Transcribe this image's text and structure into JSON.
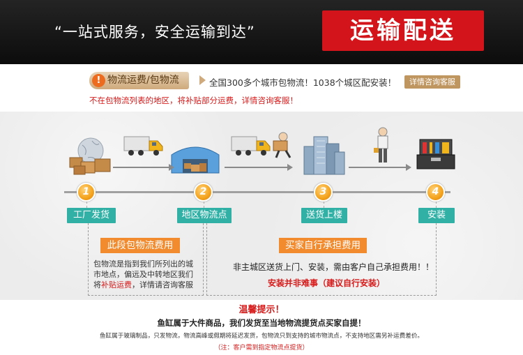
{
  "header": {
    "slogan": "“一站式服务，安全运输到达”",
    "badge": "运输配送"
  },
  "info": {
    "tag": "物流运费/包物流",
    "coverage": "全国300多个城市包物流！1038个城区配安装！",
    "consult_button": "详情咨询客服",
    "note": "不在包物流列表的地区，将补贴部分运费，详情咨询客服！"
  },
  "steps": [
    {
      "num": "1",
      "label": "工厂发货",
      "icon": "package-globe-icon"
    },
    {
      "num": "2",
      "label": "地区物流点",
      "icon": "warehouse-icon"
    },
    {
      "num": "3",
      "label": "送货上楼",
      "icon": "buildings-icon"
    },
    {
      "num": "4",
      "label": "安装",
      "icon": "toolbox-icon"
    }
  ],
  "section_left": {
    "title": "此段包物流费用",
    "text_a": "包物流是指到我们所列出的城市地点，偏远及中转地区我们将",
    "text_hl": "补贴运费",
    "text_b": "，详情请咨询客服"
  },
  "section_right": {
    "title": "买家自行承担费用",
    "text": "非主城区送货上门、安装，需由客户自己承担费用！！",
    "red": "安装并非难事（建议自行安装）"
  },
  "bottom": {
    "warning": "温馨提示！",
    "line1": "鱼缸属于大件商品，我们发货至当地物流提货点买家自提！",
    "line2": "鱼缸属于玻璃制品，只发物流，物流高峰或假期将延迟发货，包物流只到支持的城市物流点，不支持地区需另补运费差价。",
    "line3": "（注：客户需到指定物流点提货）"
  },
  "colors": {
    "accent_red": "#d3141b",
    "teal": "#31b1a6",
    "orange": "#f28a2e",
    "step_gold": "#f4a31c"
  }
}
